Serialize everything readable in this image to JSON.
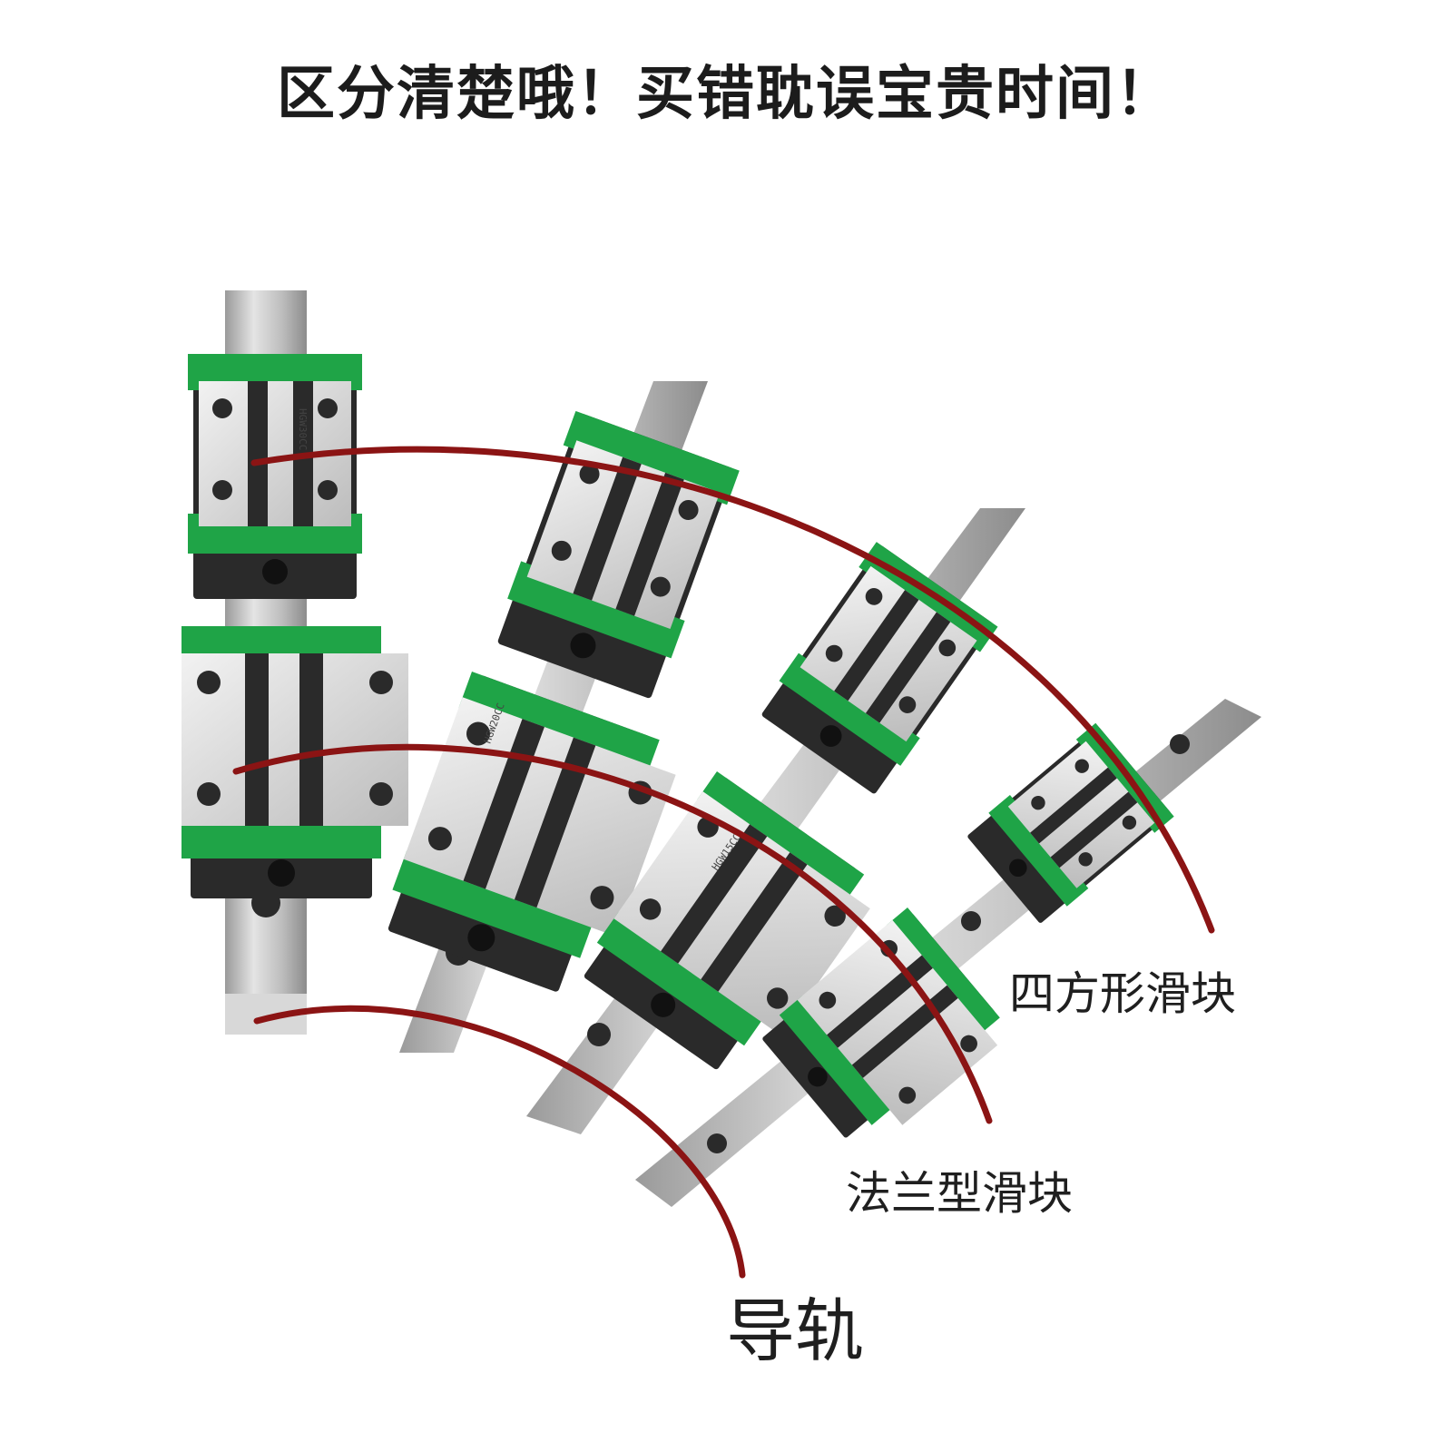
{
  "headline": "区分清楚哦！买错耽误宝贵时间！",
  "labels": {
    "square_block": "四方形滑块",
    "flange_block": "法兰型滑块",
    "rail": "导轨"
  },
  "block_markings": {
    "block_1": "HGW30CC",
    "block_2": "HGW20CC",
    "block_3": "HGW15CC"
  },
  "colors": {
    "block_green": "#1fa447",
    "block_dark": "#2a2a2a",
    "steel": "#c9c9c9",
    "callout_red": "#8b1414"
  }
}
